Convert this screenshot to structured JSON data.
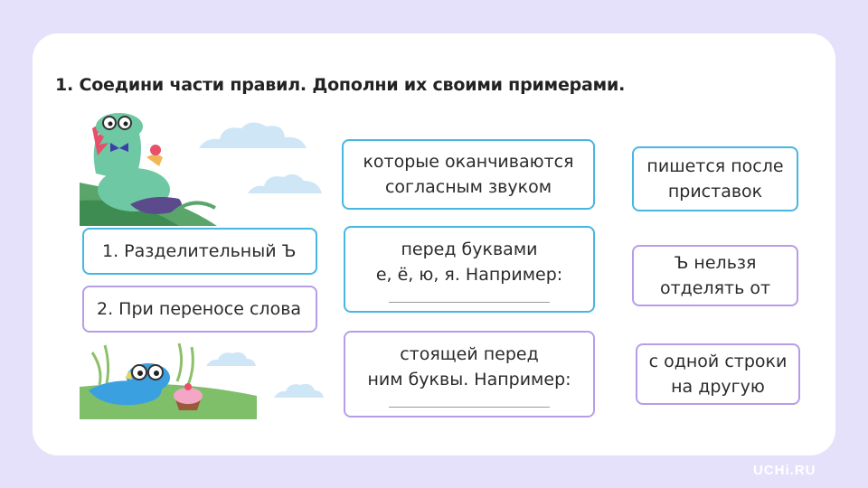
{
  "task": {
    "title": "1. Соедини части правил. Дополни их своими примерами."
  },
  "left_column": [
    {
      "label": "1. Разделительный Ъ"
    },
    {
      "label": "2. При переносе слова"
    }
  ],
  "middle_column": [
    {
      "lines": [
        "которые оканчиваются",
        "согласным звуком"
      ]
    },
    {
      "lines": [
        "перед буквами",
        "е, ё, ю, я. Например:"
      ]
    },
    {
      "lines": [
        "стоящей перед",
        "ним буквы. Например:"
      ]
    }
  ],
  "right_column": [
    {
      "lines": [
        "пишется после",
        "приставок"
      ]
    },
    {
      "lines": [
        "Ъ нельзя",
        "отделять от"
      ]
    },
    {
      "lines": [
        "с одной строки",
        "на другую"
      ]
    }
  ],
  "brand": {
    "watermark": "UCHi.RU"
  },
  "colors": {
    "background": "#e6e1fb",
    "blue_border": "#46b7e3",
    "purple_border": "#b79de8"
  },
  "illustrations": [
    "dinosaur-with-cupcake-icon",
    "lying-dinosaur-with-cupcake-icon",
    "cloud-icon"
  ]
}
